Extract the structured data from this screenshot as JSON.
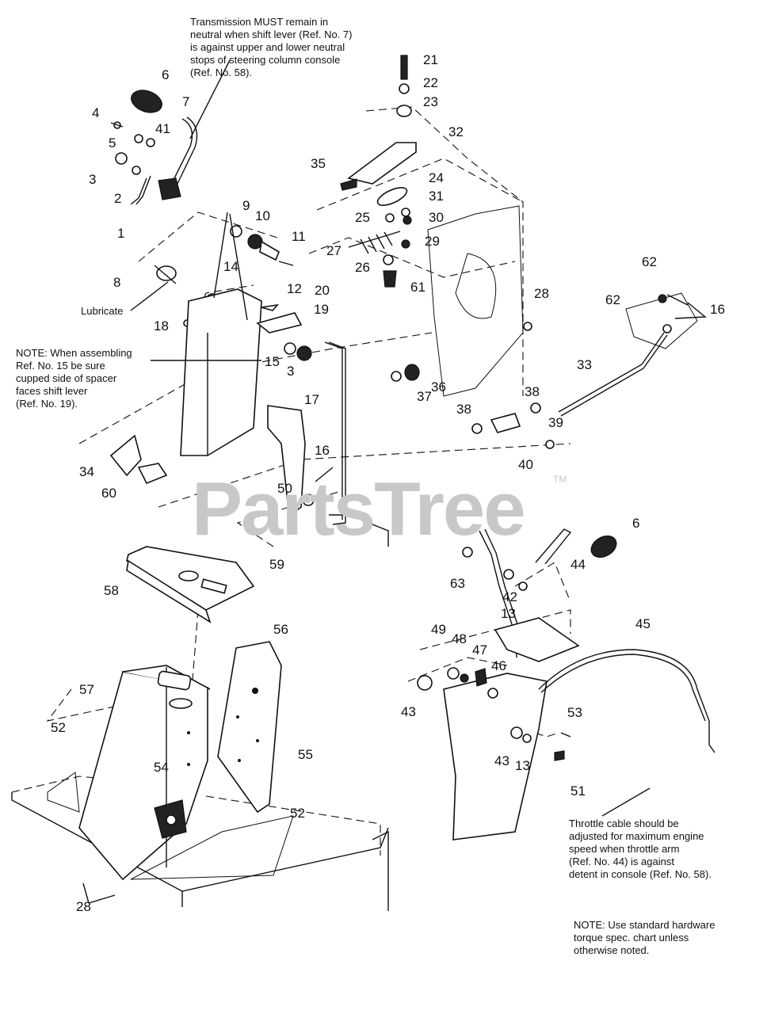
{
  "notes": {
    "transmission": "Transmission MUST remain in\nneutral when shift lever (Ref. No. 7)\nis against upper and lower neutral\nstops of steering column console\n(Ref. No. 58).",
    "lubricate": "Lubricate",
    "assembling": "NOTE: When assembling\nRef. No. 15 be sure\ncupped side of spacer\nfaces shift lever\n(Ref. No. 19).",
    "throttle": "Throttle cable should be\nadjusted for maximum engine\nspeed when throttle arm\n(Ref. No. 44) is against\ndetent in console (Ref. No. 58).",
    "torque": "NOTE: Use standard hardware\ntorque spec. chart unless\notherwise noted."
  },
  "watermark": "PartsTree",
  "trademark": "TM",
  "callouts": {
    "c1": "1",
    "c2": "2",
    "c3a": "3",
    "c3b": "3",
    "c4": "4",
    "c5": "5",
    "c6a": "6",
    "c6b": "6",
    "c7": "7",
    "c8": "8",
    "c9": "9",
    "c10": "10",
    "c11": "11",
    "c12": "12",
    "c13a": "13",
    "c13b": "13",
    "c14": "14",
    "c15": "15",
    "c16a": "16",
    "c16b": "16",
    "c17": "17",
    "c18": "18",
    "c19": "19",
    "c20": "20",
    "c21": "21",
    "c22": "22",
    "c23": "23",
    "c24": "24",
    "c25": "25",
    "c26": "26",
    "c27": "27",
    "c28a": "28",
    "c28b": "28",
    "c29": "29",
    "c30": "30",
    "c31": "31",
    "c32": "32",
    "c33": "33",
    "c34": "34",
    "c35": "35",
    "c36": "36",
    "c37": "37",
    "c38a": "38",
    "c38b": "38",
    "c39": "39",
    "c40": "40",
    "c41": "41",
    "c42": "42",
    "c43a": "43",
    "c43b": "43",
    "c44": "44",
    "c45": "45",
    "c46": "46",
    "c47": "47",
    "c48": "48",
    "c49": "49",
    "c50": "50",
    "c51": "51",
    "c52a": "52",
    "c52b": "52",
    "c53": "53",
    "c54": "54",
    "c55": "55",
    "c56": "56",
    "c57": "57",
    "c58": "58",
    "c59": "59",
    "c60": "60",
    "c61": "61",
    "c62a": "62",
    "c62b": "62",
    "c63": "63"
  }
}
